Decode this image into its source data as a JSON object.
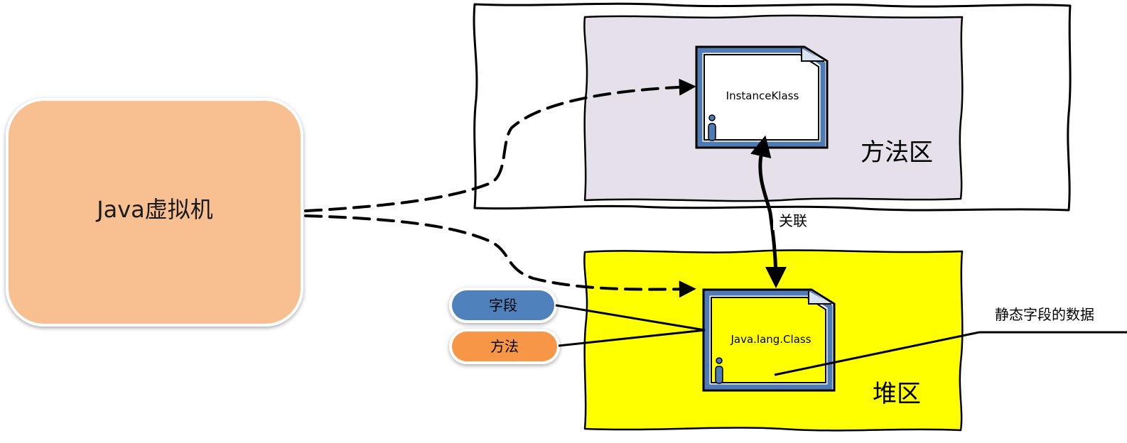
{
  "jvm": {
    "label": "Java虚拟机",
    "fill": "#F8C090"
  },
  "method_area": {
    "label": "方法区",
    "fill": "#E6E0EA"
  },
  "heap": {
    "label": "堆区",
    "fill": "#FFFF00"
  },
  "instance_klass": {
    "label": "InstanceKlass",
    "border": "#4F7BB5"
  },
  "java_lang_class": {
    "label": "Java.lang.Class",
    "border": "#4F7BB5"
  },
  "association": {
    "label": "关联"
  },
  "fields_pill": {
    "label": "字段",
    "fill": "#4F81BD"
  },
  "methods_pill": {
    "label": "方法",
    "fill": "#F79646"
  },
  "static_field_data": {
    "label": "静态字段的数据"
  },
  "icon_names": [
    "document-icon",
    "info-icon"
  ]
}
